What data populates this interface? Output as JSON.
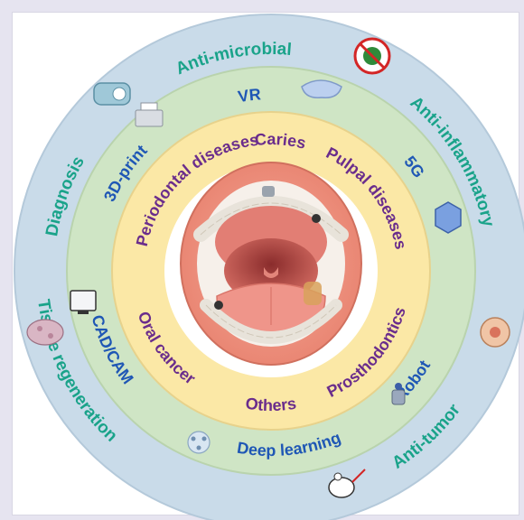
{
  "diagram": {
    "outer_ring": {
      "labels": [
        "Anti-microbial",
        "Anti-inflammatory",
        "Anti-tumor",
        "Tissue regeneration",
        "Diagnosis"
      ],
      "color": "#1aa38a",
      "fill": "#c9dbe9"
    },
    "middle_ring": {
      "labels": [
        "VR",
        "5G",
        "Robot",
        "Deep learning",
        "CAD/CAM",
        "3D-print"
      ],
      "color": "#1f57b5",
      "fill": "#cfe5c5"
    },
    "inner_ring": {
      "labels": [
        "Caries",
        "Pulpal diseases",
        "Prosthodontics",
        "Others",
        "Oral cancer",
        "Periodontal diseases"
      ],
      "color": "#6a2d8c",
      "fill": "#fbe8a6"
    },
    "center_image": "open-mouth-illustration"
  }
}
